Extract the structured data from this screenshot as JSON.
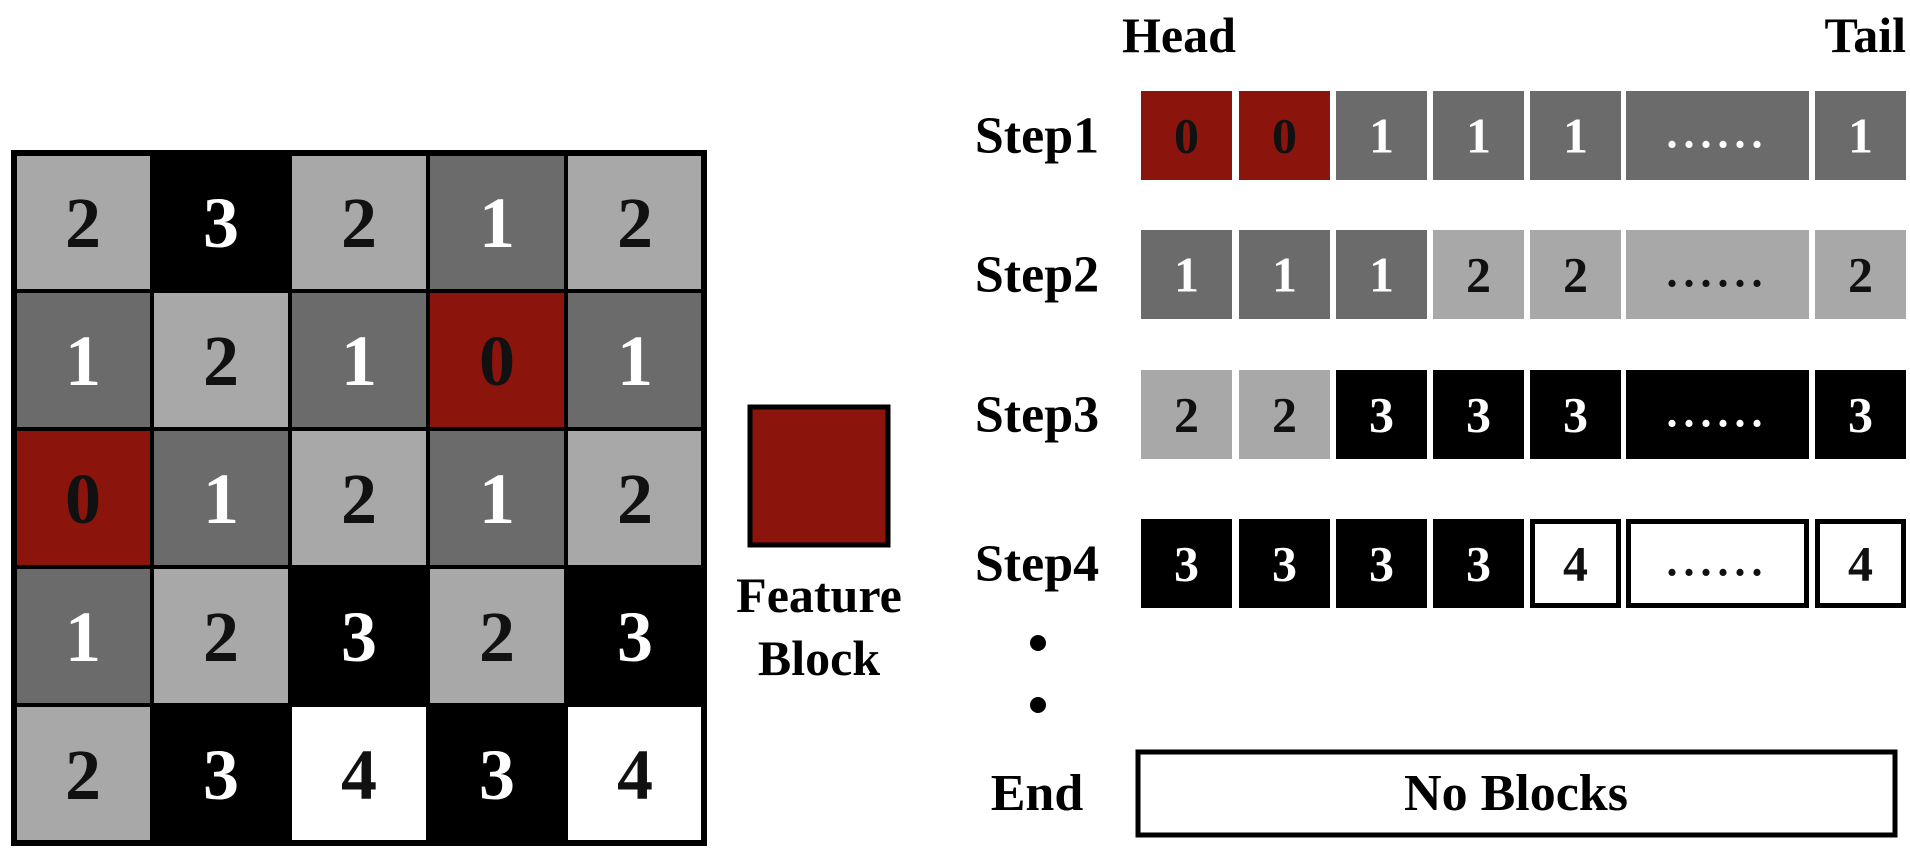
{
  "colors": {
    "level_0": "#8b140c",
    "level_1": "#6b6b6b",
    "level_2": "#a8a8a8",
    "level_3": "#000000",
    "level_4": "#ffffff",
    "light_text": "#ffffff",
    "dark_text": "#111111",
    "border": "#000000"
  },
  "grid": {
    "rows": [
      [
        "2",
        "3",
        "2",
        "1",
        "2"
      ],
      [
        "1",
        "2",
        "1",
        "0",
        "1"
      ],
      [
        "0",
        "1",
        "2",
        "1",
        "2"
      ],
      [
        "1",
        "2",
        "3",
        "2",
        "3"
      ],
      [
        "2",
        "3",
        "4",
        "3",
        "4"
      ]
    ]
  },
  "legend": {
    "label_line1": "Feature",
    "label_line2": "Block",
    "swatch_level": "0"
  },
  "queue": {
    "head_label": "Head",
    "tail_label": "Tail",
    "ellipsis": "......",
    "steps": [
      {
        "label": "Step1",
        "cells": [
          "0",
          "0",
          "1",
          "1",
          "1",
          "......",
          "1"
        ]
      },
      {
        "label": "Step2",
        "cells": [
          "1",
          "1",
          "1",
          "2",
          "2",
          "......",
          "2"
        ]
      },
      {
        "label": "Step3",
        "cells": [
          "2",
          "2",
          "3",
          "3",
          "3",
          "......",
          "3"
        ]
      },
      {
        "label": "Step4",
        "cells": [
          "3",
          "3",
          "3",
          "3",
          "4",
          "......",
          "4"
        ]
      }
    ],
    "end_label": "End",
    "end_text": "No Blocks"
  }
}
